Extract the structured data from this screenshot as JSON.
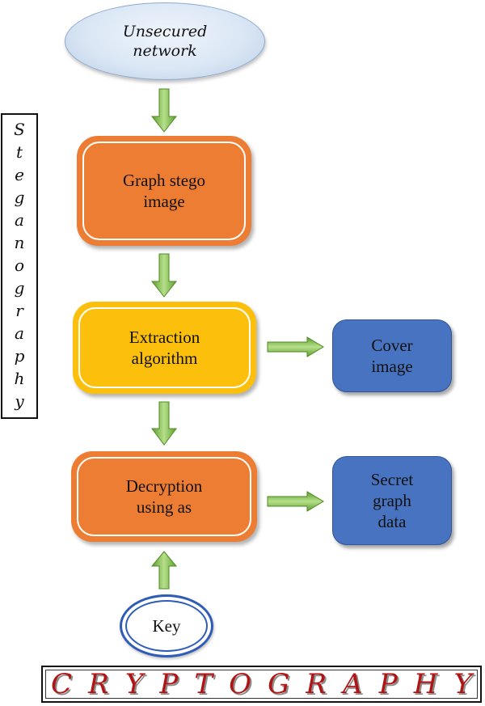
{
  "nodes": {
    "network": {
      "lines": [
        "Unsecured",
        "network"
      ]
    },
    "graph_stego": {
      "lines": [
        "Graph stego",
        "image"
      ]
    },
    "extraction": {
      "lines": [
        "Extraction",
        "algorithm"
      ]
    },
    "decryption": {
      "lines": [
        "Decryption",
        "using as"
      ]
    },
    "cover": {
      "lines": [
        "Cover",
        "image"
      ]
    },
    "secret": {
      "lines": [
        "Secret",
        "graph",
        "data"
      ]
    },
    "key": {
      "label": "Key"
    }
  },
  "side_label": {
    "letters": [
      "S",
      "t",
      "e",
      "g",
      "a",
      "n",
      "o",
      "g",
      "r",
      "a",
      "p",
      "h",
      "y"
    ]
  },
  "banner": {
    "letters": [
      "C",
      "R",
      "Y",
      "P",
      "T",
      "O",
      "G",
      "R",
      "A",
      "P",
      "H",
      "Y"
    ]
  },
  "colors": {
    "orange": "#ec7d32",
    "yellow": "#fcc00c",
    "blue": "#4773c0",
    "arrow_green": "#7cbf3f",
    "banner_text": "#b01414"
  }
}
